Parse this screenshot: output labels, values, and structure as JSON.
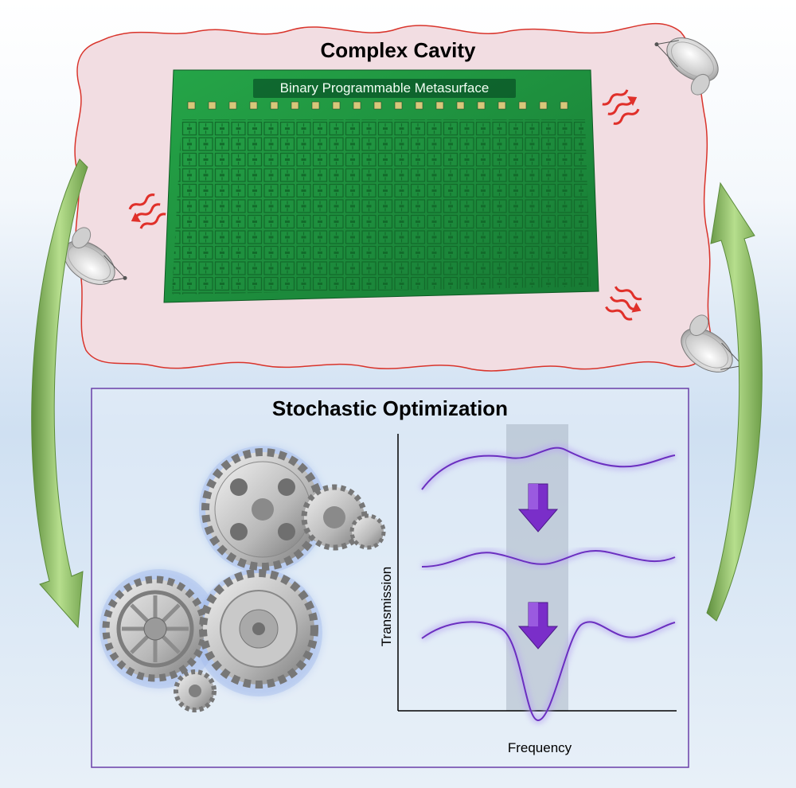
{
  "top": {
    "title": "Complex Cavity",
    "metasurface_label": "Binary Programmable Metasurface"
  },
  "bottom": {
    "title": "Stochastic Optimization"
  },
  "chart_data": {
    "type": "line",
    "xlabel": "Frequency",
    "ylabel": "Transmission",
    "series": [
      {
        "name": "",
        "state": "initial"
      },
      {
        "name": "",
        "state": "intermediate"
      },
      {
        "name": "",
        "state": "optimized"
      }
    ]
  },
  "colors": {
    "cavity_outline": "#d9342b",
    "cavity_fill": "#f2dde2",
    "metasurface_green": "#1f9a3e",
    "box_border": "#6a3fa8",
    "curve": "#6b2fc0",
    "arrow_green": "#8fc26a",
    "arrow_purple": "#7a2ec9"
  },
  "icons": [
    "satellite-dish-icon",
    "wave-emission-icon",
    "gears-icon",
    "down-arrow-icon",
    "cycle-arrow-icon"
  ]
}
